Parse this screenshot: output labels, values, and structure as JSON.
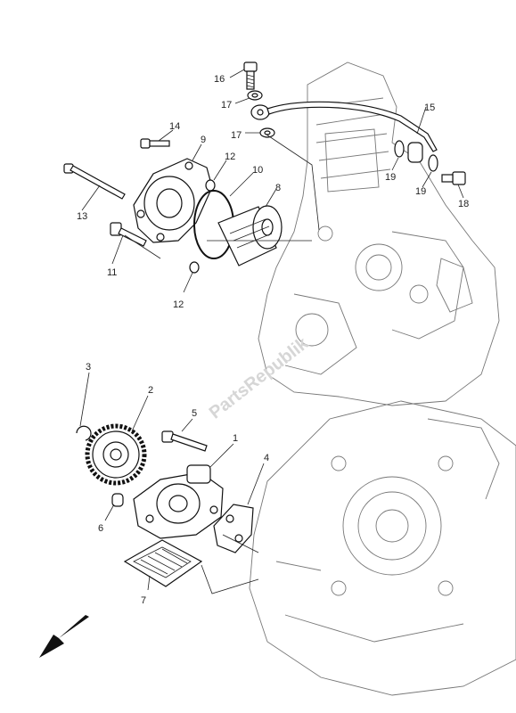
{
  "watermark": "PartsRepublik",
  "callouts": [
    {
      "id": "c1",
      "label": "1"
    },
    {
      "id": "c2",
      "label": "2"
    },
    {
      "id": "c3",
      "label": "3"
    },
    {
      "id": "c4",
      "label": "4"
    },
    {
      "id": "c5",
      "label": "5"
    },
    {
      "id": "c6",
      "label": "6"
    },
    {
      "id": "c7",
      "label": "7"
    },
    {
      "id": "c8",
      "label": "8"
    },
    {
      "id": "c9",
      "label": "9"
    },
    {
      "id": "c10",
      "label": "10"
    },
    {
      "id": "c11",
      "label": "11"
    },
    {
      "id": "c12a",
      "label": "12"
    },
    {
      "id": "c12b",
      "label": "12"
    },
    {
      "id": "c13",
      "label": "13"
    },
    {
      "id": "c14",
      "label": "14"
    },
    {
      "id": "c15",
      "label": "15"
    },
    {
      "id": "c16",
      "label": "16"
    },
    {
      "id": "c17a",
      "label": "17"
    },
    {
      "id": "c17b",
      "label": "17"
    },
    {
      "id": "c18",
      "label": "18"
    },
    {
      "id": "c19a",
      "label": "19"
    },
    {
      "id": "c19b",
      "label": "19"
    }
  ]
}
